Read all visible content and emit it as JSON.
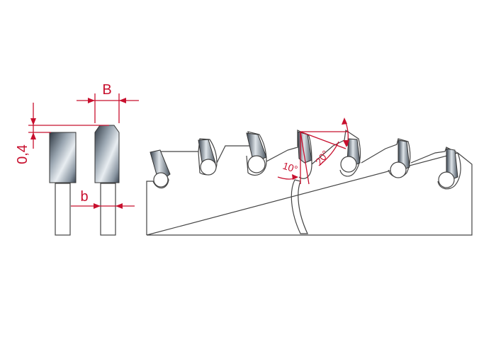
{
  "labels": {
    "width_B": "B",
    "width_b": "b",
    "height_offset": "0,4",
    "angle_hook": "10°",
    "angle_clearance": "20°"
  },
  "colors": {
    "dimension": "#c8102e",
    "outline": "#444444",
    "steel_dark": "#3a4450",
    "steel_light": "#e8edf1"
  }
}
